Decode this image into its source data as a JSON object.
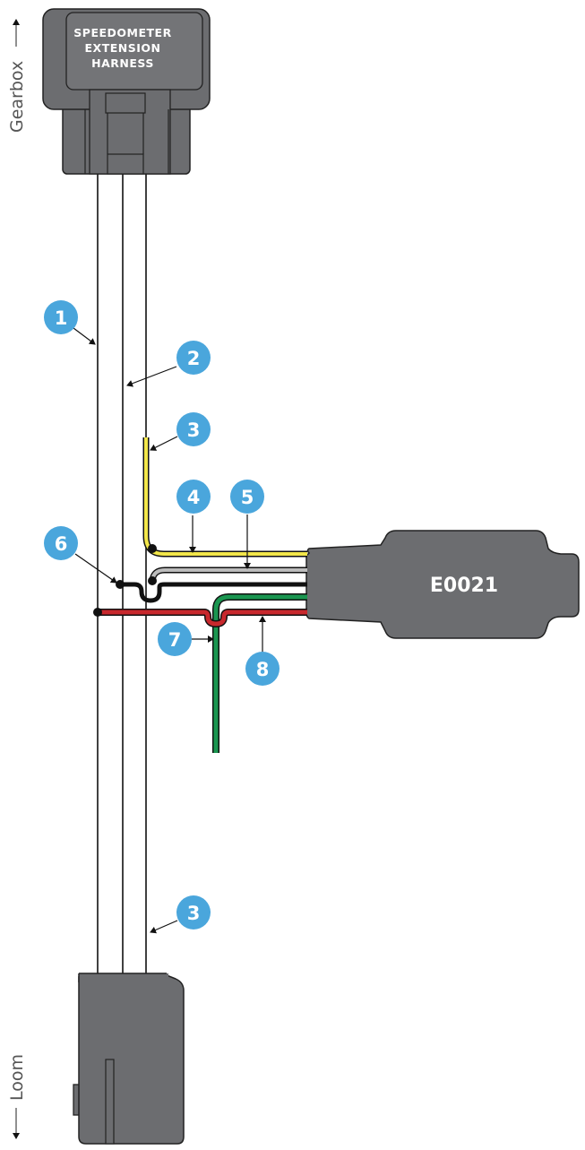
{
  "labels": {
    "gearbox": "Gearbox",
    "loom": "Loom",
    "connector_line1": "SPEEDOMETER",
    "connector_line2": "EXTENSION",
    "connector_line3": "HARNESS",
    "module": "E0021"
  },
  "callouts": [
    "1",
    "2",
    "3",
    "4",
    "5",
    "6",
    "7",
    "8",
    "3"
  ],
  "colors": {
    "connector": "#6c6d70",
    "connector_dark": "#58595c",
    "badge": "#4aa6dc",
    "yellow": "#f2e64a",
    "grey": "#bcbcbc",
    "black": "#1a1a1a",
    "green": "#1a9650",
    "red": "#c8282d"
  }
}
